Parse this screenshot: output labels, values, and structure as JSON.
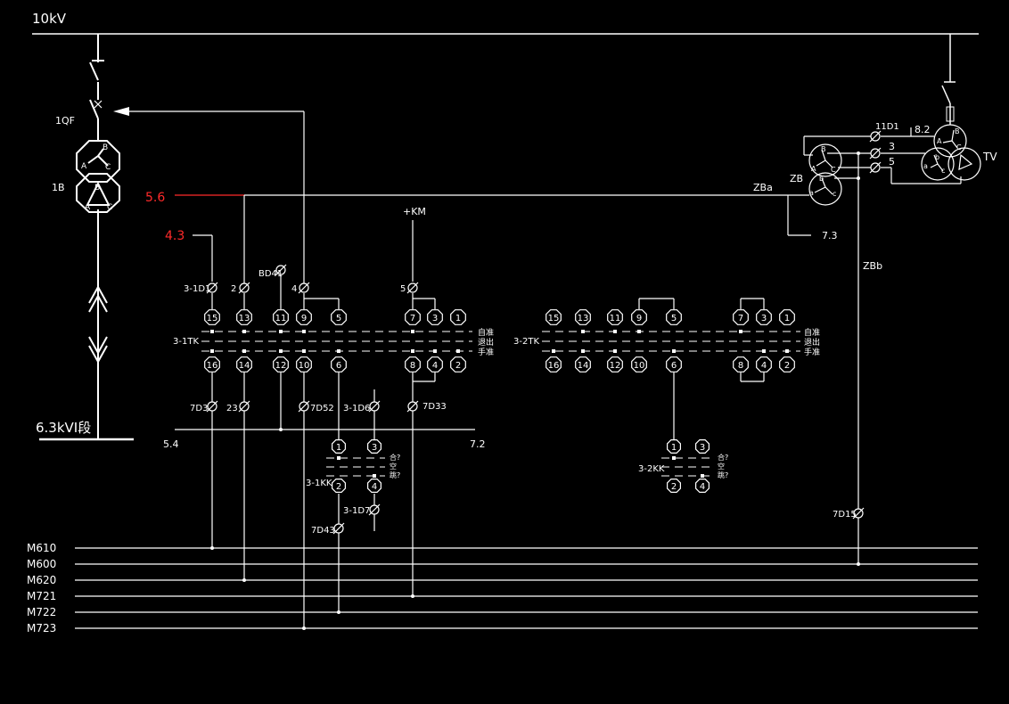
{
  "colors": {
    "background": "#000000",
    "line": "#ffffff",
    "highlight": "#ff2a2a"
  },
  "labels": {
    "bus_10kv": "10kV",
    "bus_63kv": "6.3kVⅠ段",
    "breaker": "1QF",
    "transformer_1b": "1B",
    "tv": "TV",
    "zb": "ZB",
    "zba": "ZBa",
    "zbb": "ZBb",
    "ref_73": "7.3",
    "ref_82": "8.2",
    "ref_56": "5.6",
    "ref_43": "4.3",
    "ref_54": "5.4",
    "ref_72": "7.2",
    "km": "+KM",
    "bd41": "BD41",
    "d11": "11D1",
    "tv_3": "3",
    "tv_5": "5",
    "tk1": "3-1TK",
    "tk2": "3-2TK",
    "kk1": "3-1KK",
    "kk2": "3-2KK",
    "t_1d1": "3-1D1",
    "t_2": "2",
    "t_4": "4",
    "t_5": "5",
    "t_7d3": "7D3",
    "t_23": "23",
    "t_7d52": "7D52",
    "t_1d6": "3-1D6",
    "t_7d33": "7D33",
    "t_1d7": "3-1D7",
    "t_7d43": "7D43",
    "t_7d15": "7D15",
    "tk_auto": "自准",
    "tk_exit": "退出",
    "tk_manual": "手准",
    "kk_close": "合?",
    "kk_null": "空",
    "kk_trip": "跳?",
    "phase_a": "A",
    "phase_b": "B",
    "phase_c": "C",
    "phase_a_lower": "a",
    "phase_b_lower": "b",
    "phase_c_lower": "c"
  },
  "buses": [
    "M610",
    "M600",
    "M620",
    "M721",
    "M722",
    "M723"
  ],
  "tk1_top": [
    "15",
    "13",
    "11",
    "9",
    "5",
    "7",
    "3",
    "1"
  ],
  "tk1_bottom": [
    "16",
    "14",
    "12",
    "10",
    "6",
    "8",
    "4",
    "2"
  ],
  "tk2_top": [
    "15",
    "13",
    "11",
    "9",
    "5",
    "7",
    "3",
    "1"
  ],
  "tk2_bottom": [
    "16",
    "14",
    "12",
    "10",
    "6",
    "8",
    "4",
    "2"
  ],
  "kk_top": [
    "1",
    "3"
  ],
  "kk_bottom": [
    "2",
    "4"
  ]
}
